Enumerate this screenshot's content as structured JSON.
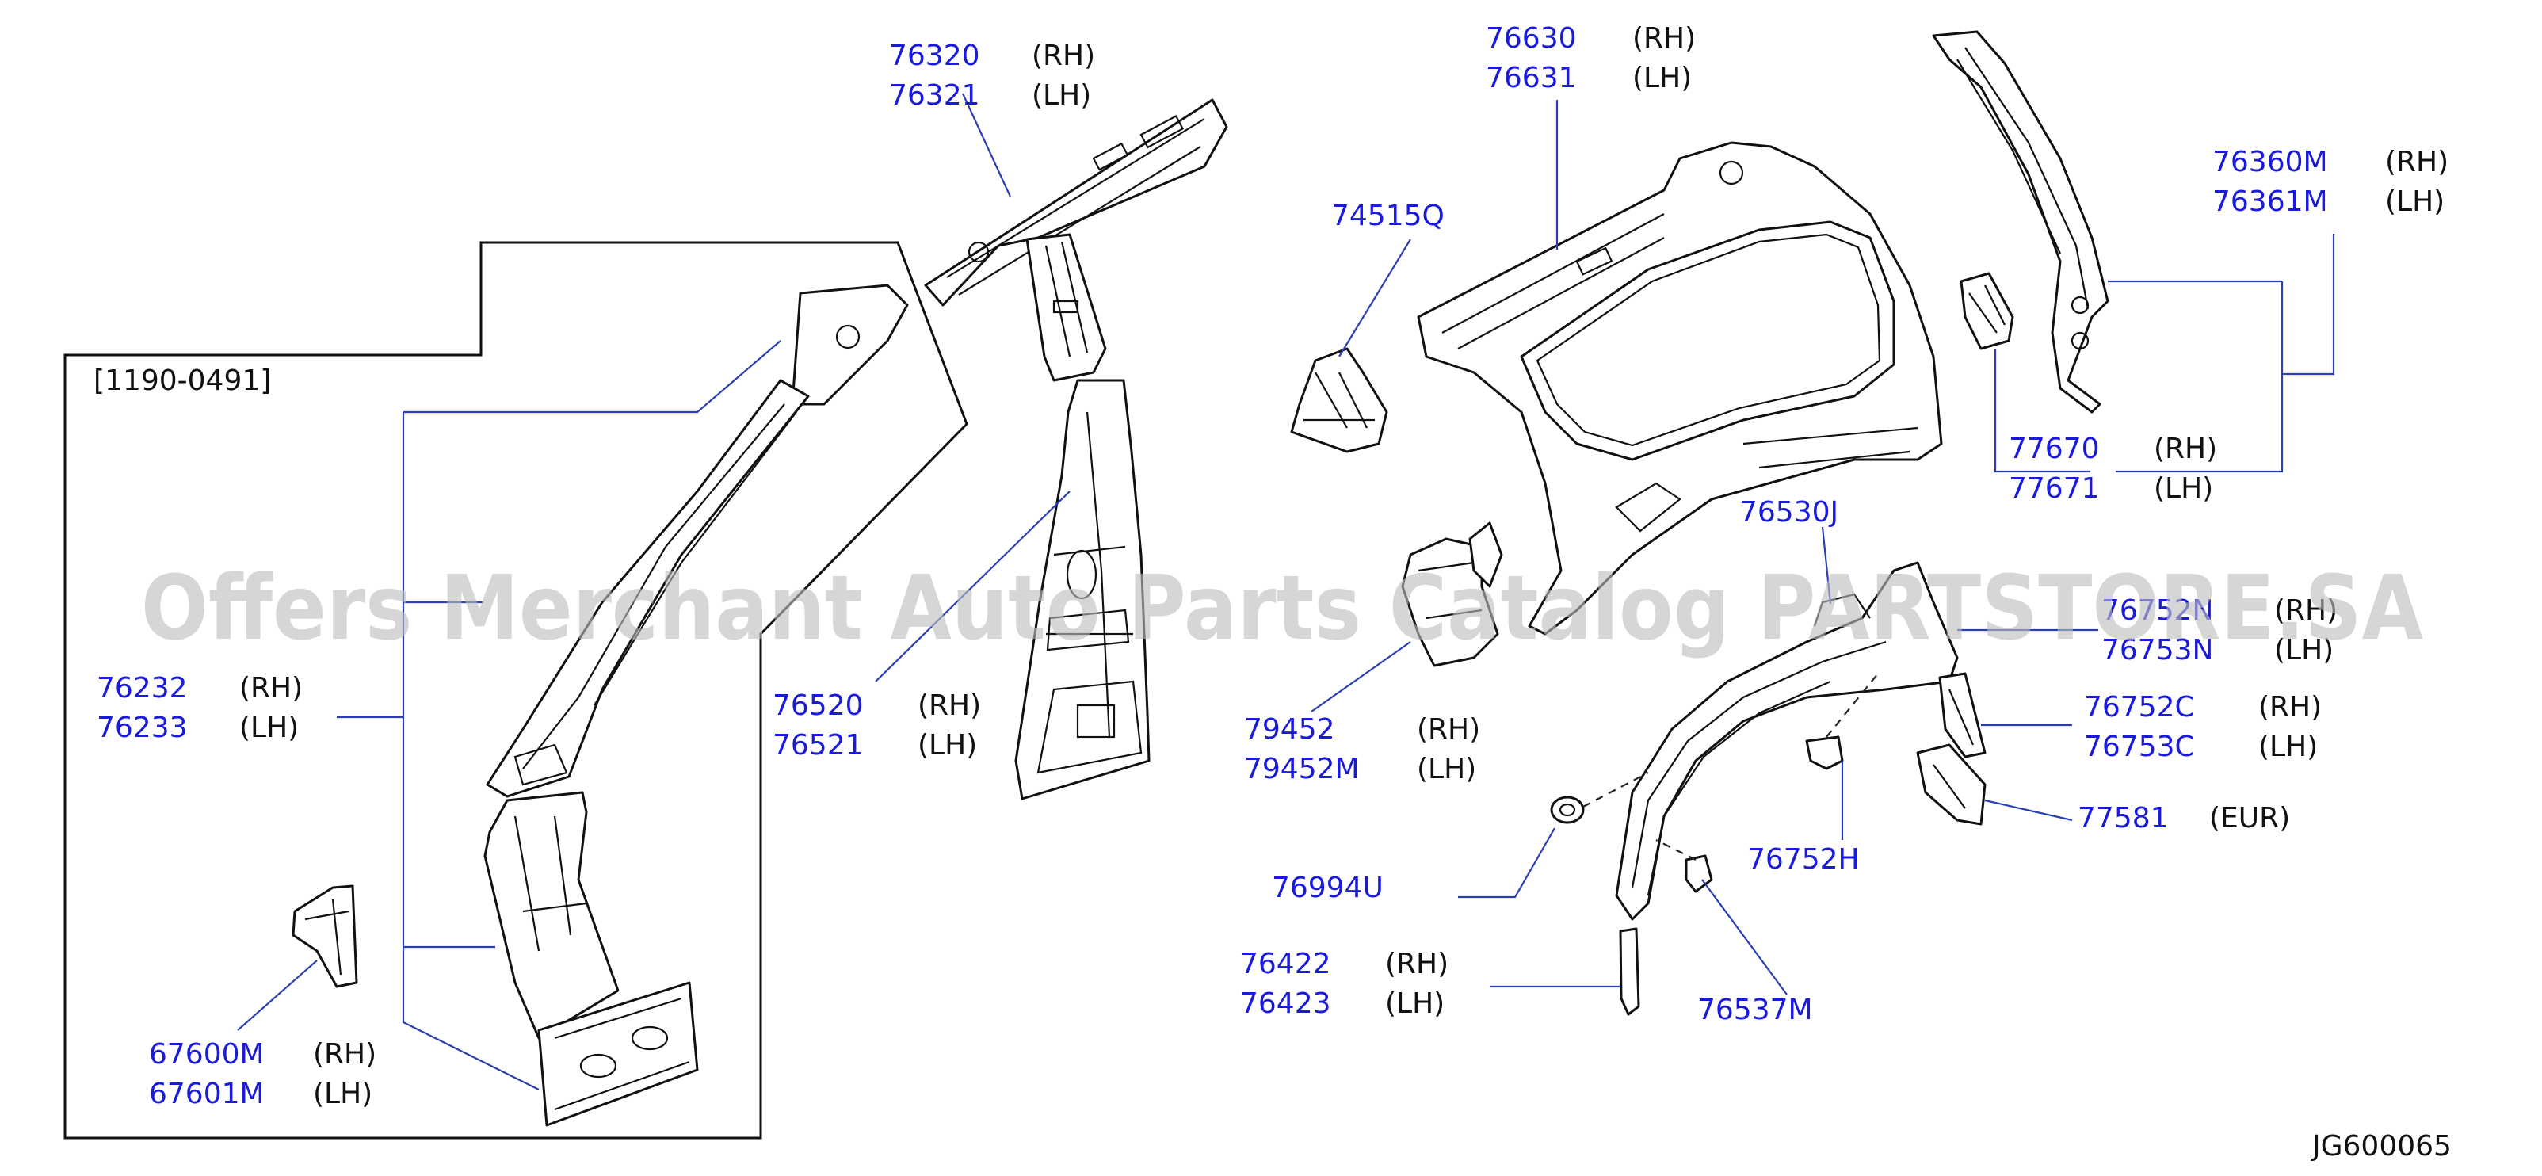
{
  "watermark": "Offers Merchant Auto Parts Catalog PARTSTORE.SA",
  "diagram_code": "JG600065",
  "inset_label": "[1190-0491]",
  "colors": {
    "part_number": "#1a1adc",
    "leader": "#2b3fb5",
    "text": "#111111"
  },
  "callouts": {
    "c76320": {
      "part": "76320",
      "side": "(RH)"
    },
    "c76321": {
      "part": "76321",
      "side": "(LH)"
    },
    "c76630": {
      "part": "76630",
      "side": "(RH)"
    },
    "c76631": {
      "part": "76631",
      "side": "(LH)"
    },
    "c74515Q": {
      "part": "74515Q"
    },
    "c76360M": {
      "part": "76360M",
      "side": "(RH)"
    },
    "c76361M": {
      "part": "76361M",
      "side": "(LH)"
    },
    "c77670": {
      "part": "77670",
      "side": "(RH)"
    },
    "c77671": {
      "part": "77671",
      "side": "(LH)"
    },
    "c76530J": {
      "part": "76530J"
    },
    "c76752N": {
      "part": "76752N",
      "side": "(RH)"
    },
    "c76753N": {
      "part": "76753N",
      "side": "(LH)"
    },
    "c76752C": {
      "part": "76752C",
      "side": "(RH)"
    },
    "c76753C": {
      "part": "76753C",
      "side": "(LH)"
    },
    "c77581": {
      "part": "77581",
      "side": "(EUR)"
    },
    "c76752H": {
      "part": "76752H"
    },
    "c76232": {
      "part": "76232",
      "side": "(RH)"
    },
    "c76233": {
      "part": "76233",
      "side": "(LH)"
    },
    "c76520": {
      "part": "76520",
      "side": "(RH)"
    },
    "c76521": {
      "part": "76521",
      "side": "(LH)"
    },
    "c79452": {
      "part": "79452",
      "side": "(RH)"
    },
    "c79452M": {
      "part": "79452M",
      "side": "(LH)"
    },
    "c76994U": {
      "part": "76994U"
    },
    "c76422": {
      "part": "76422",
      "side": "(RH)"
    },
    "c76423": {
      "part": "76423",
      "side": "(LH)"
    },
    "c76537M": {
      "part": "76537M"
    },
    "c67600M": {
      "part": "67600M",
      "side": "(RH)"
    },
    "c67601M": {
      "part": "67601M",
      "side": "(LH)"
    }
  }
}
